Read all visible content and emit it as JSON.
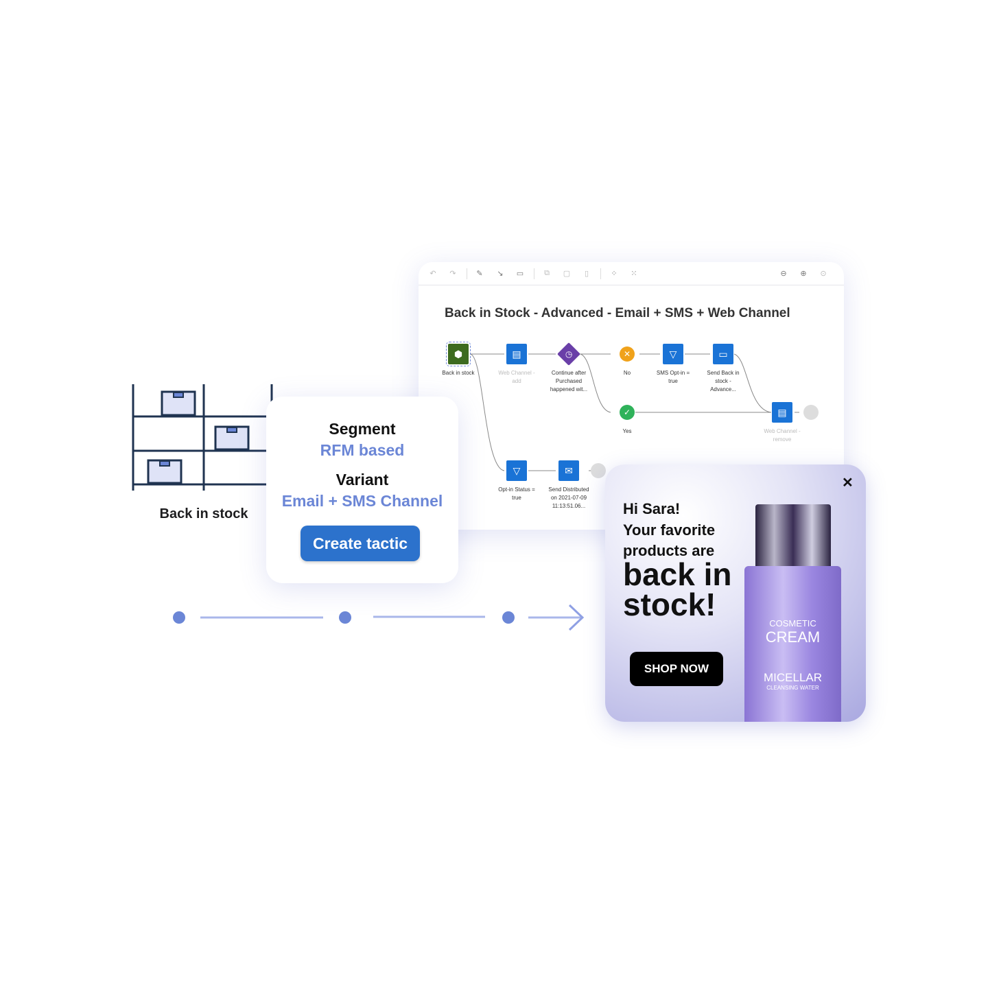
{
  "shelf": {
    "label": "Back in stock"
  },
  "segment_card": {
    "segment_heading": "Segment",
    "segment_value": "RFM based",
    "variant_heading": "Variant",
    "variant_value": "Email + SMS Channel",
    "create_button": "Create tactic"
  },
  "canvas": {
    "toolbar_icons": [
      "undo-icon",
      "redo-icon",
      "pencil-icon",
      "connector-icon",
      "comment-icon",
      "copy-icon",
      "paste-icon",
      "delete-icon",
      "layout-icon",
      "layout-alt-icon",
      "zoom-out-icon",
      "zoom-in-icon",
      "zoom-reset-icon"
    ],
    "title": "Back in Stock - Advanced - Email + SMS + Web Channel",
    "nodes": {
      "back_in_stock": "Back in stock",
      "web_add": [
        "Web Channel -",
        "add"
      ],
      "continue": [
        "Continue after",
        "Purchased",
        "happened wit..."
      ],
      "no": "No",
      "sms_optin": [
        "SMS Opt-in =",
        "true"
      ],
      "send_back": [
        "Send Back in",
        "stock -",
        "Advance..."
      ],
      "yes": "Yes",
      "web_remove": [
        "Web Channel -",
        "remove"
      ],
      "optin_status": [
        "Opt-in Status =",
        "true"
      ],
      "send_distributed": [
        "Send Distributed",
        "on 2021-07-09",
        "11:13:51.06..."
      ]
    }
  },
  "promo": {
    "greeting": "Hi Sara!",
    "line1": "Your favorite",
    "line2": "products are",
    "big1": "back in",
    "big2": "stock!",
    "button": "SHOP NOW",
    "product_brand1": "COSMETIC",
    "product_brand2": "CREAM",
    "product_name": "MICELLAR",
    "product_sub": "CLEANSING WATER"
  },
  "colors": {
    "accent": "#2c72cc",
    "soft_blue": "#6b86d6",
    "node_blue": "#1a73d6",
    "start_green": "#3d6b1f",
    "decision_purple": "#6a3fa8"
  }
}
